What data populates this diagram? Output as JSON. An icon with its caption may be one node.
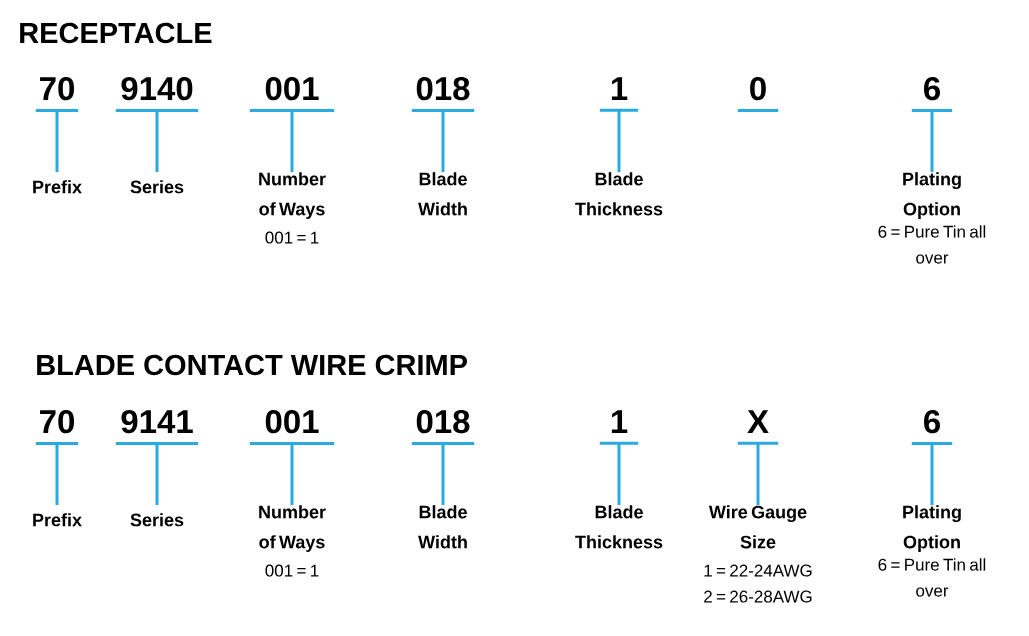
{
  "diagram": {
    "nodes": [
      {
        "text": [
          "70"
        ]
      },
      {
        "text": [
          "9140"
        ]
      },
      {
        "text": [
          "001"
        ]
      },
      {
        "text": [
          "018"
        ]
      },
      {
        "text": [
          "1"
        ]
      },
      {
        "text": [
          "0"
        ]
      },
      {
        "text": [
          "6"
        ]
      },
      {
        "text": [
          "Prefix"
        ]
      },
      {
        "text": [
          "Series"
        ]
      },
      {
        "text": [
          "Number of Ways",
          "001 = 1"
        ]
      },
      {
        "text": [
          "Blade Width"
        ]
      },
      {
        "text": [
          "Blade Thickness"
        ]
      },
      {
        "text": [
          "Plating Option",
          "6 = Pure Tin all over"
        ]
      },
      {
        "text": [
          "70"
        ]
      },
      {
        "text": [
          "9141"
        ]
      },
      {
        "text": [
          "001"
        ]
      },
      {
        "text": [
          "018"
        ]
      },
      {
        "text": [
          "1"
        ]
      },
      {
        "text": [
          "X"
        ]
      },
      {
        "text": [
          "6"
        ]
      },
      {
        "text": [
          "Prefix"
        ]
      },
      {
        "text": [
          "Series"
        ]
      },
      {
        "text": [
          "Number of Ways",
          "001 = 1"
        ]
      },
      {
        "text": [
          "Blade Width"
        ]
      },
      {
        "text": [
          "Blade Thickness"
        ]
      },
      {
        "text": [
          "Wire Gauge Size",
          "1 = 22-24AWG",
          "2 = 26-28AWG"
        ]
      },
      {
        "text": [
          "Plating Option",
          "6 = Pure Tin all over"
        ]
      }
    ],
    "edges": [
      {
        "from": 0,
        "to": 7,
        "arrow": "none"
      },
      {
        "from": 1,
        "to": 8,
        "arrow": "none"
      },
      {
        "from": 2,
        "to": 9,
        "arrow": "none"
      },
      {
        "from": 3,
        "to": 10,
        "arrow": "none"
      },
      {
        "from": 4,
        "to": 11,
        "arrow": "none"
      },
      {
        "from": 6,
        "to": 12,
        "arrow": "none"
      },
      {
        "from": 13,
        "to": 20,
        "arrow": "none"
      },
      {
        "from": 14,
        "to": 21,
        "arrow": "none"
      },
      {
        "from": 15,
        "to": 22,
        "arrow": "none"
      },
      {
        "from": 16,
        "to": 23,
        "arrow": "none"
      },
      {
        "from": 17,
        "to": 24,
        "arrow": "none"
      },
      {
        "from": 18,
        "to": 25,
        "arrow": "none"
      },
      {
        "from": 19,
        "to": 26,
        "arrow": "none"
      }
    ],
    "labels": [
      "RECEPTACLE",
      "BLADE CONTACT WIRE CRIMP"
    ]
  }
}
